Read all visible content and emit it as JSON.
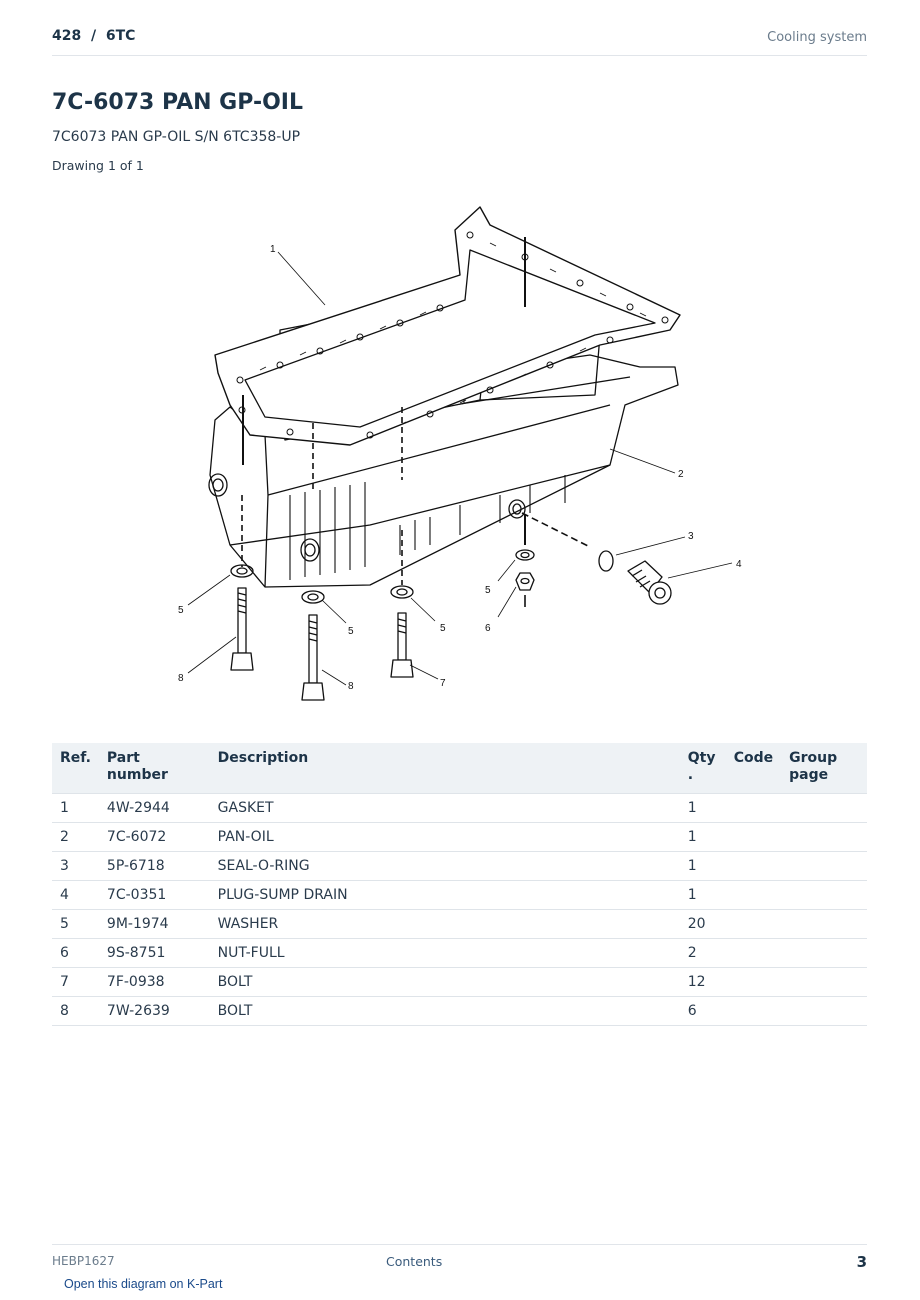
{
  "header": {
    "breadcrumb": "428  /  6TC",
    "section": "Cooling system"
  },
  "title": "7C-6073 PAN GP-OIL",
  "subtitle": "7C6073 PAN GP-OIL S/N 6TC358-UP",
  "drawing_count": "Drawing 1 of 1",
  "diagram": {
    "callouts": [
      "1",
      "2",
      "3",
      "4",
      "5",
      "5",
      "5",
      "5",
      "6",
      "7",
      "8",
      "8"
    ]
  },
  "table": {
    "headers": {
      "ref": "Ref.",
      "part_number": "Part number",
      "description": "Description",
      "qty": "Qty .",
      "code": "Code",
      "group_page": "Group page"
    },
    "rows": [
      {
        "ref": "1",
        "part_number": "4W-2944",
        "description": "GASKET",
        "qty": "1",
        "code": "",
        "group_page": ""
      },
      {
        "ref": "2",
        "part_number": "7C-6072",
        "description": "PAN-OIL",
        "qty": "1",
        "code": "",
        "group_page": ""
      },
      {
        "ref": "3",
        "part_number": "5P-6718",
        "description": "SEAL-O-RING",
        "qty": "1",
        "code": "",
        "group_page": ""
      },
      {
        "ref": "4",
        "part_number": "7C-0351",
        "description": "PLUG-SUMP DRAIN",
        "qty": "1",
        "code": "",
        "group_page": ""
      },
      {
        "ref": "5",
        "part_number": "9M-1974",
        "description": "WASHER",
        "qty": "20",
        "code": "",
        "group_page": ""
      },
      {
        "ref": "6",
        "part_number": "9S-8751",
        "description": "NUT-FULL",
        "qty": "2",
        "code": "",
        "group_page": ""
      },
      {
        "ref": "7",
        "part_number": "7F-0938",
        "description": "BOLT",
        "qty": "12",
        "code": "",
        "group_page": ""
      },
      {
        "ref": "8",
        "part_number": "7W-2639",
        "description": "BOLT",
        "qty": "6",
        "code": "",
        "group_page": ""
      }
    ]
  },
  "footer": {
    "doc_id": "HEBP1627",
    "contents_label": "Contents",
    "page_number": "3",
    "kpart_link": "Open this diagram on K-Part"
  }
}
